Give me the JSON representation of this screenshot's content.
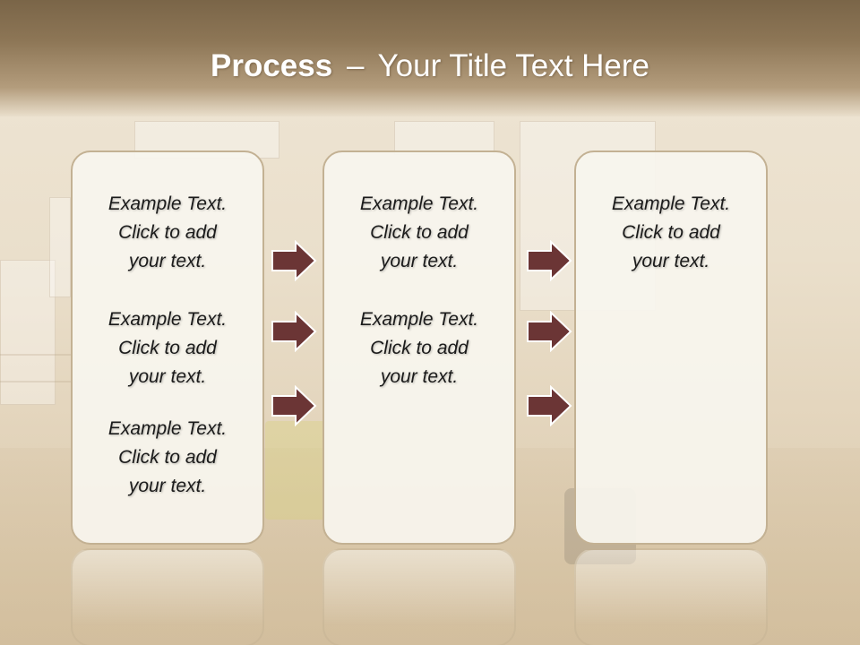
{
  "slide": {
    "title_bold": "Process",
    "title_separator": "–",
    "title_rest": "Your Title Text Here"
  },
  "panels": [
    {
      "blocks": [
        {
          "lines": [
            "Example Text.",
            "Click  to add",
            "your text."
          ]
        },
        {
          "lines": [
            "Example Text.",
            "Click  to add",
            "your text."
          ]
        },
        {
          "lines": [
            "Example Text.",
            "Click  to add",
            "your text."
          ]
        }
      ]
    },
    {
      "blocks": [
        {
          "lines": [
            "Example Text.",
            "Click  to add",
            "your text."
          ]
        },
        {
          "lines": [
            "Example Text.",
            "Click  to add",
            "your text."
          ]
        }
      ]
    },
    {
      "blocks": [
        {
          "lines": [
            "Example Text.",
            "Click  to add",
            "your text."
          ]
        }
      ]
    }
  ],
  "colors": {
    "arrow_fill": "#6b3535",
    "arrow_stroke": "#ffffff",
    "panel_border": "#c3b193",
    "header": "#8d7656"
  },
  "icons": {
    "arrow": "right-arrow-icon"
  }
}
